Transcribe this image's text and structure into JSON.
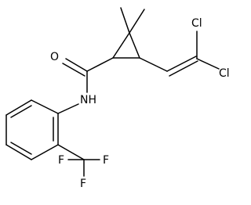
{
  "molecule": {
    "atoms": {
      "oxygen": "O",
      "amide_nitrogen": "NH",
      "chlorine_top": "Cl",
      "chlorine_bottom": "Cl",
      "fluorine_left": "F",
      "fluorine_right": "F",
      "fluorine_bottom": "F"
    },
    "colors": {
      "bond": "#000000",
      "label": "#000000",
      "background": "#ffffff"
    }
  }
}
